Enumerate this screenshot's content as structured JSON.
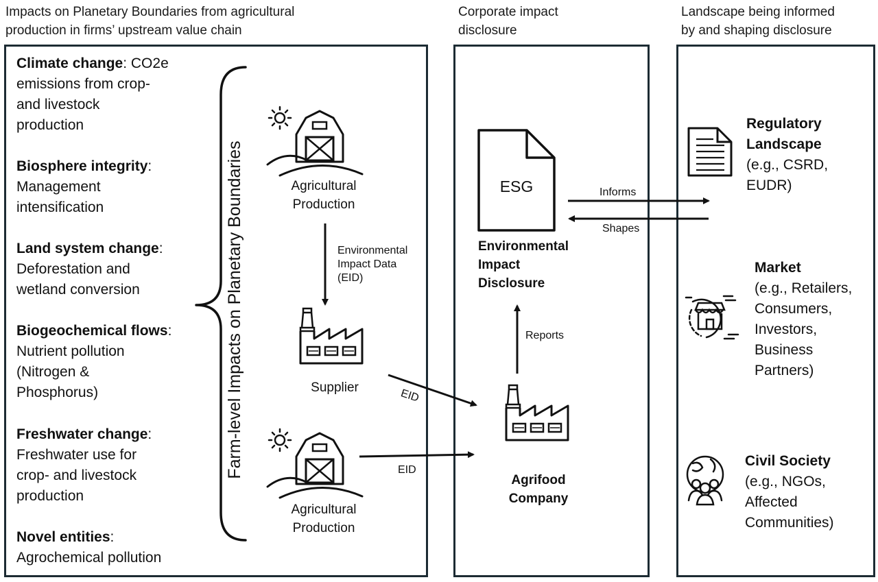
{
  "headers": {
    "left": [
      "Impacts on Planetary Boundaries from agricultural",
      "production in firms’ upstream value chain"
    ],
    "middle": [
      "Corporate impact",
      "disclosure"
    ],
    "right": [
      "Landscape being informed",
      "by and shaping disclosure"
    ]
  },
  "impacts": [
    {
      "title": "Climate change",
      "suffix": ": CO2e",
      "lines": [
        "emissions from crop-",
        "and livestock",
        "production"
      ]
    },
    {
      "title": "Biosphere integrity",
      "suffix": ":",
      "lines": [
        "Management",
        "intensification"
      ]
    },
    {
      "title": "Land system change",
      "suffix": ":",
      "lines": [
        "Deforestation and",
        "wetland conversion"
      ]
    },
    {
      "title": "Biogeochemical flows",
      "suffix": ":",
      "lines": [
        "Nutrient pollution",
        "(Nitrogen &",
        "Phosphorus)"
      ]
    },
    {
      "title": "Freshwater change",
      "suffix": ":",
      "lines": [
        "Freshwater use for",
        "crop- and livestock",
        "production"
      ]
    },
    {
      "title": "Novel entities",
      "suffix": ":",
      "lines": [
        "Agrochemical pollution"
      ]
    }
  ],
  "brace_label": "Farm-level Impacts on Planetary Boundaries",
  "flow": {
    "farm_top": [
      "Agricultural",
      "Production"
    ],
    "eid_long": [
      "Environmental",
      "Impact Data",
      "(EID)"
    ],
    "supplier": "Supplier",
    "eid_short_1": "EID",
    "farm_bottom": [
      "Agricultural",
      "Production"
    ],
    "eid_short_2": "EID"
  },
  "disclosure": {
    "doc_label": "ESG",
    "title": [
      "Environmental",
      "Impact",
      "Disclosure"
    ],
    "reports": "Reports",
    "company": [
      "Agrifood",
      "Company"
    ],
    "informs": "Informs",
    "shapes": "Shapes"
  },
  "landscape": {
    "regulatory": {
      "title": [
        "Regulatory",
        "Landscape"
      ],
      "sub": [
        "(e.g., CSRD,",
        "EUDR)"
      ],
      "icon": "document-icon"
    },
    "market": {
      "title": [
        "Market"
      ],
      "sub": [
        "(e.g., Retailers,",
        "Consumers,",
        "Investors,",
        "Business",
        "Partners)"
      ],
      "icon": "storefront-icon"
    },
    "civil": {
      "title": [
        "Civil Society"
      ],
      "sub": [
        "(e.g., NGOs,",
        "Affected",
        "Communities)"
      ],
      "icon": "people-globe-icon"
    }
  },
  "colors": {
    "border": "#1c2b33",
    "stroke": "#111111"
  }
}
